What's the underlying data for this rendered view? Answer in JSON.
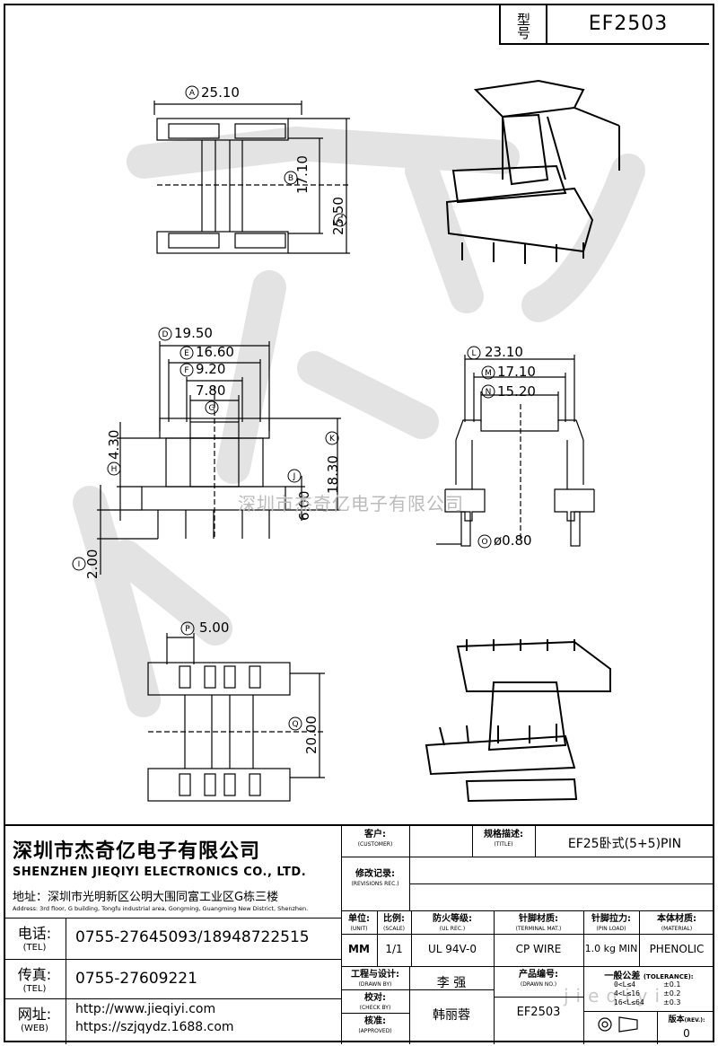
{
  "model": {
    "label": "型号",
    "value": "EF2503"
  },
  "dimensions": {
    "A": "25.10",
    "B": "17.10",
    "C": "25.50",
    "D": "19.50",
    "E": "16.60",
    "F": "9.20",
    "G": "7.80",
    "H": "4.30",
    "I": "2.00",
    "J": "6.00",
    "K": "18.30",
    "L": "23.10",
    "M": "17.10",
    "N": "15.20",
    "O": "ø0.80",
    "P": "5.00",
    "Q": "20.00"
  },
  "watermark": {
    "text": "深圳市杰奇亿电子有限公司",
    "url": "jieqiyi"
  },
  "company": {
    "name_cn": "深圳市杰奇亿电子有限公司",
    "name_en": "SHENZHEN JIEQIYI ELECTRONICS CO., LTD.",
    "address_cn": "地址：深圳市光明新区公明大围同富工业区G栋三楼",
    "address_en": "Address: 3rd floor, G building, Tongfu industrial area, Gongming, Guangming New District, Shenzhen.",
    "tel_label": "电话:",
    "tel_label_en": "(TEL)",
    "tel": "0755-27645093/18948722515",
    "fax_label": "传真:",
    "fax_label_en": "(TEL)",
    "fax": "0755-27609221",
    "web_label": "网址:",
    "web_label_en": "(WEB)",
    "web1": "http://www.jieqiyi.com",
    "web2": "https://szjqydz.1688.com"
  },
  "title_block": {
    "customer_label": "客户:",
    "customer_label_en": "(CUSTOMER)",
    "spec_label": "规格描述:",
    "spec_label_en": "(TITLE)",
    "spec": "EF25卧式(5+5)PIN",
    "revision_label": "修改记录:",
    "revision_label_en": "(REVISIONS REC.)",
    "unit_label": "单位:",
    "unit_label_en": "(UNIT)",
    "unit": "MM",
    "scale_label": "比例:",
    "scale_label_en": "(SCALE)",
    "scale": "1/1",
    "ul_label": "防火等级:",
    "ul_label_en": "(UL REC.)",
    "ul": "UL 94V-0",
    "terminal_label": "针脚材质:",
    "terminal_label_en": "(TERMINAL MAT.)",
    "terminal": "CP WIRE",
    "pinload_label": "针脚拉力:",
    "pinload_label_en": "(PIN LOAD)",
    "pinload": "1.0 kg MIN",
    "material_label": "本体材质:",
    "material_label_en": "(MATERIAL)",
    "material": "PHENOLIC",
    "drawn_label": "工程与设计:",
    "drawn_label_en": "(DRAWN BY)",
    "drawn": "李 强",
    "check_label": "校对:",
    "check_label_en": "(CHECK BY)",
    "approved_label": "核准:",
    "approved_label_en": "(APPROVED)",
    "approved": "韩丽蓉",
    "partno_label": "产品编号:",
    "partno_label_en": "(DRAWN NO.)",
    "partno": "EF2503",
    "tolerance_label": "一般公差",
    "tolerance_label_en": "(TOLERANCE):",
    "tol1": "0<L≤4",
    "tol1v": "±0.1",
    "tol2": "4<L≤16",
    "tol2v": "±0.2",
    "tol3": "16<L≤64",
    "tol3v": "±0.3",
    "rev_label": "版本",
    "rev_label_en": "(REV.):",
    "rev": "0"
  }
}
